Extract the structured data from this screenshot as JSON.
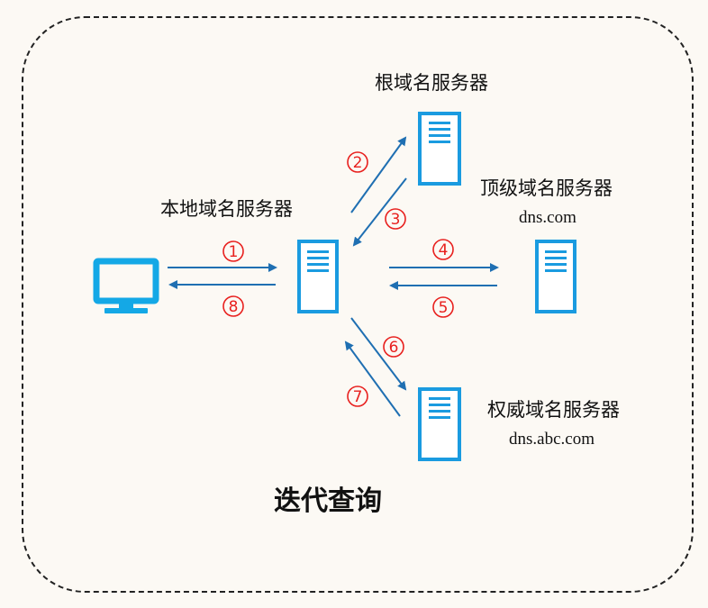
{
  "title": "迭代查询",
  "nodes": {
    "local": {
      "label": "本地域名服务器"
    },
    "root": {
      "label": "根域名服务器"
    },
    "tld": {
      "label": "顶级域名服务器",
      "sub": "dns.com"
    },
    "auth": {
      "label": "权威域名服务器",
      "sub": "dns.abc.com"
    }
  },
  "steps": [
    "1",
    "2",
    "3",
    "4",
    "5",
    "6",
    "7",
    "8"
  ],
  "colors": {
    "arrow": "#1f6fb2",
    "server": "#1a9be0",
    "computer": "#14a8e6",
    "step": "#e8201e",
    "border": "#222222"
  },
  "icons": {
    "client": "monitor-icon",
    "server": "server-icon"
  }
}
